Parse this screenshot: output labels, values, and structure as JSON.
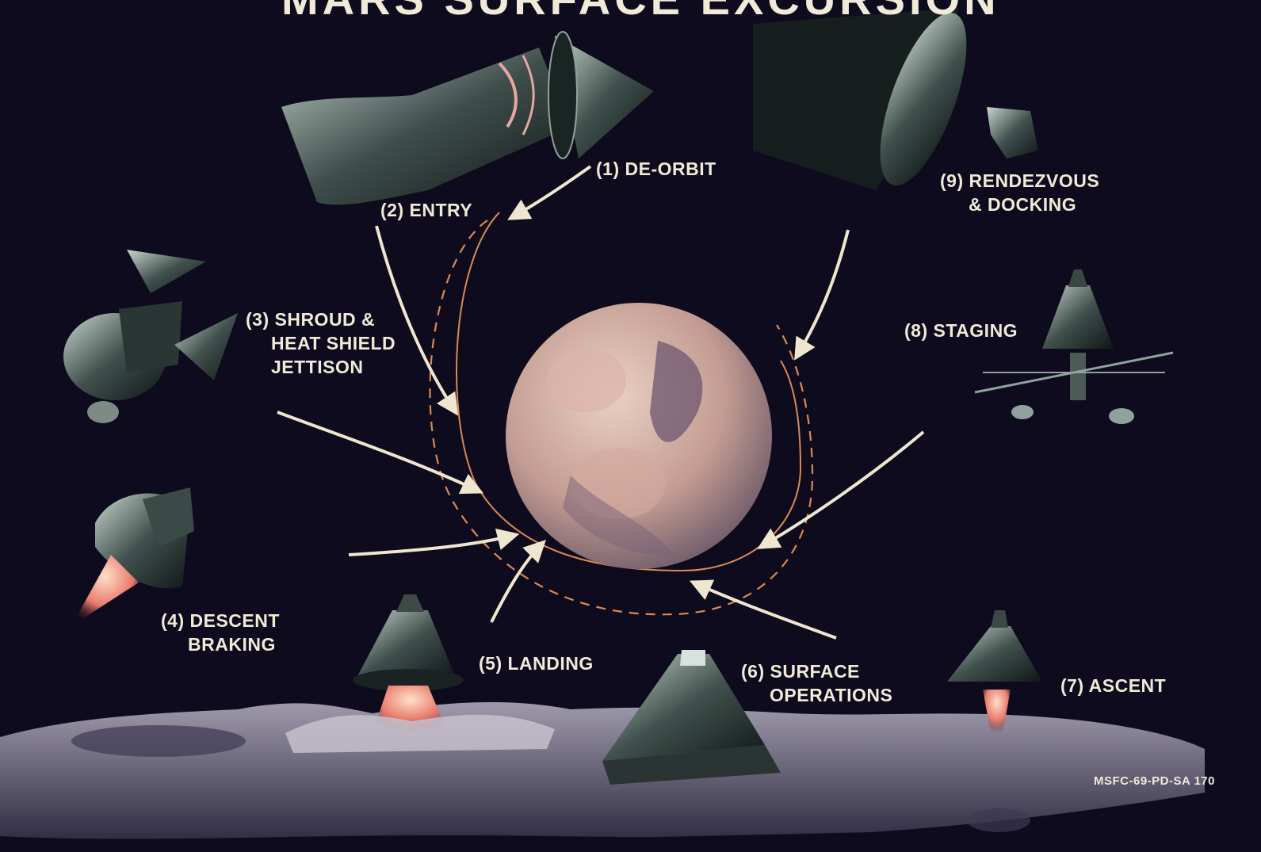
{
  "title": "MARS SURFACE EXCURSION",
  "steps": [
    {
      "lines": [
        "(1) DE-ORBIT"
      ]
    },
    {
      "lines": [
        "(2) ENTRY"
      ]
    },
    {
      "lines": [
        "(3) SHROUD &",
        "HEAT SHIELD",
        "JETTISON"
      ]
    },
    {
      "lines": [
        "(4) DESCENT",
        "BRAKING"
      ]
    },
    {
      "lines": [
        "(5) LANDING"
      ]
    },
    {
      "lines": [
        "(6) SURFACE",
        "OPERATIONS"
      ]
    },
    {
      "lines": [
        "(7) ASCENT"
      ]
    },
    {
      "lines": [
        "(8) STAGING"
      ]
    },
    {
      "lines": [
        "(9) RENDEZVOUS",
        "& DOCKING"
      ]
    }
  ],
  "image_code": "MSFC-69-PD-SA 170",
  "colors": {
    "background": "#0d0b1d",
    "text": "#f1ead8",
    "orbit": "#d98a55",
    "planet": "#c99a90",
    "arrow": "#efe6cf"
  }
}
